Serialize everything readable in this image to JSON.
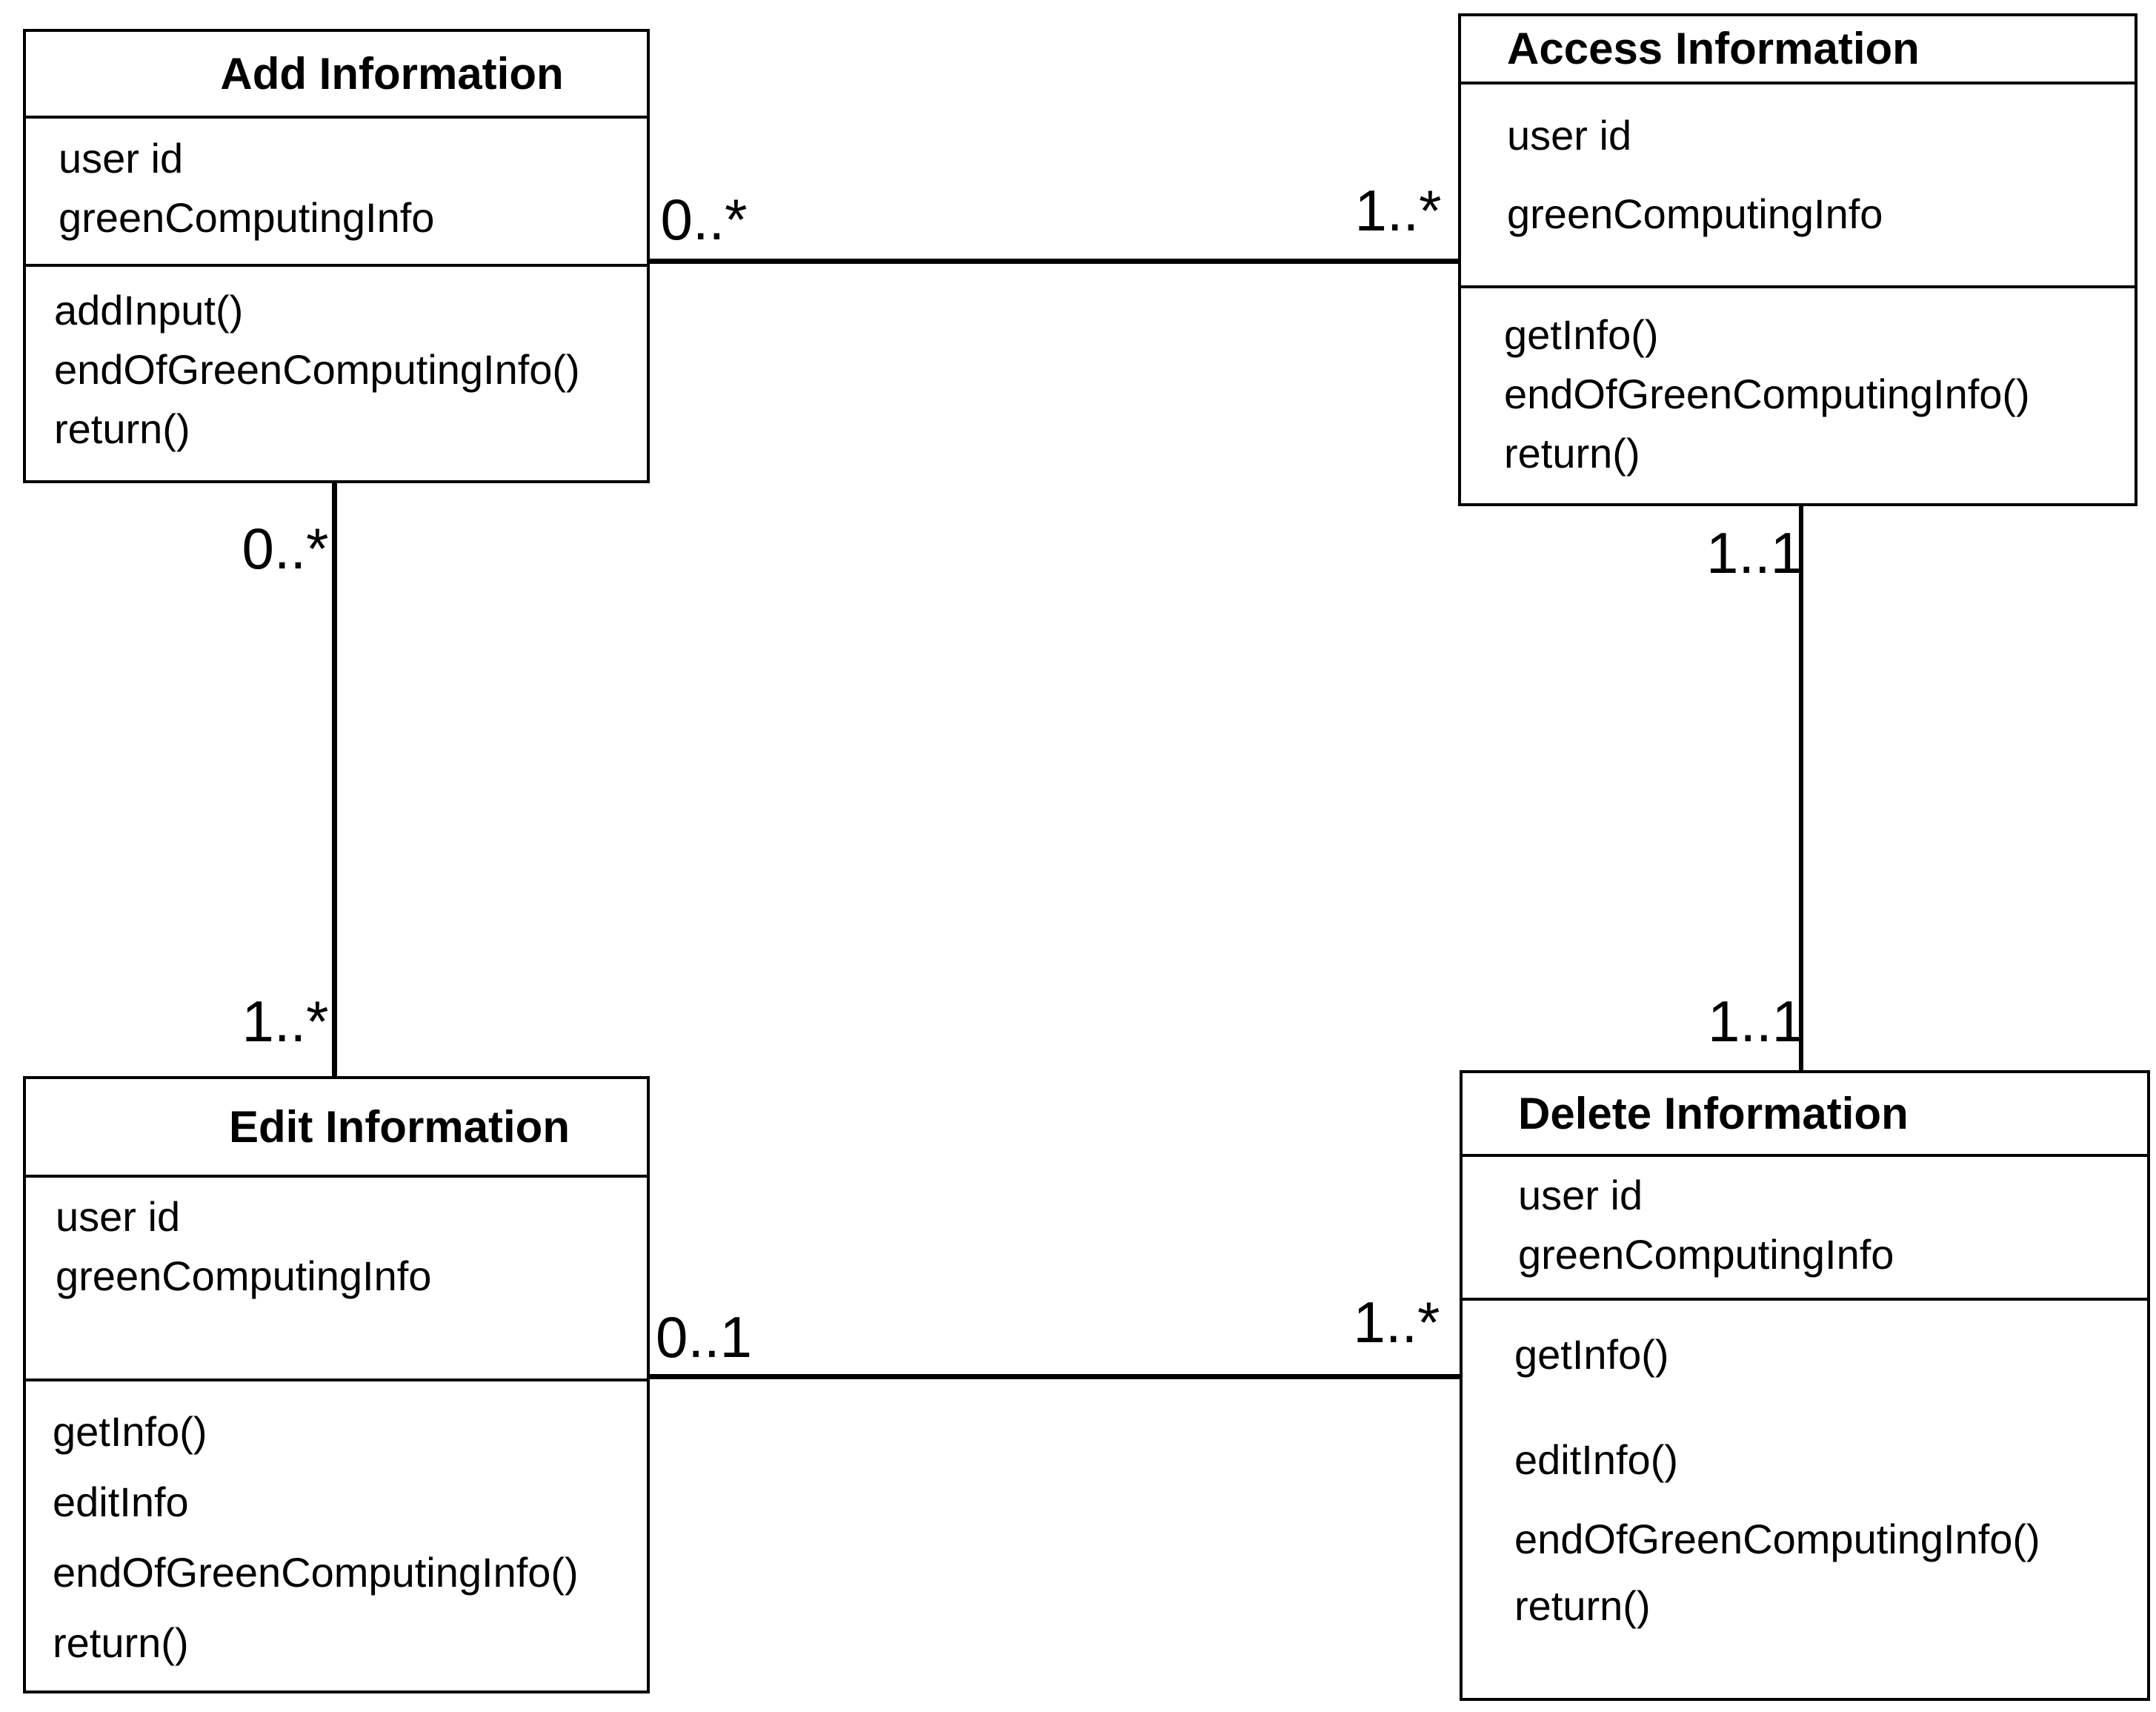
{
  "diagram": {
    "type": "uml-class-diagram",
    "background_color": "#ffffff",
    "line_color": "#000000",
    "text_color": "#000000",
    "classes": [
      {
        "title": "Add Information",
        "attributes": [
          "user id",
          "greenComputingInfo"
        ],
        "methods": [
          "addInput()",
          "endOfGreenComputingInfo()",
          "return()"
        ]
      },
      {
        "title": "Access Information",
        "attributes": [
          "user id",
          "greenComputingInfo"
        ],
        "methods": [
          "getInfo()",
          "endOfGreenComputingInfo()",
          "return()"
        ]
      },
      {
        "title": "Edit Information",
        "attributes": [
          "user id",
          "greenComputingInfo"
        ],
        "methods": [
          "getInfo()",
          "editInfo",
          "endOfGreenComputingInfo()",
          "return()"
        ]
      },
      {
        "title": "Delete Information",
        "attributes": [
          "user id",
          "greenComputingInfo"
        ],
        "methods": [
          "getInfo()",
          "editInfo()",
          "endOfGreenComputingInfo()",
          "return()"
        ]
      }
    ],
    "associations": [
      {
        "from": "Add Information",
        "to": "Access Information",
        "from_multiplicity": "0..*",
        "to_multiplicity": "1..*"
      },
      {
        "from": "Add Information",
        "to": "Edit Information",
        "from_multiplicity": "0..*",
        "to_multiplicity": "1..*"
      },
      {
        "from": "Access Information",
        "to": "Delete Information",
        "from_multiplicity": "1..1",
        "to_multiplicity": "1..1"
      },
      {
        "from": "Edit Information",
        "to": "Delete Information",
        "from_multiplicity": "0..1",
        "to_multiplicity": "1..*"
      }
    ]
  }
}
